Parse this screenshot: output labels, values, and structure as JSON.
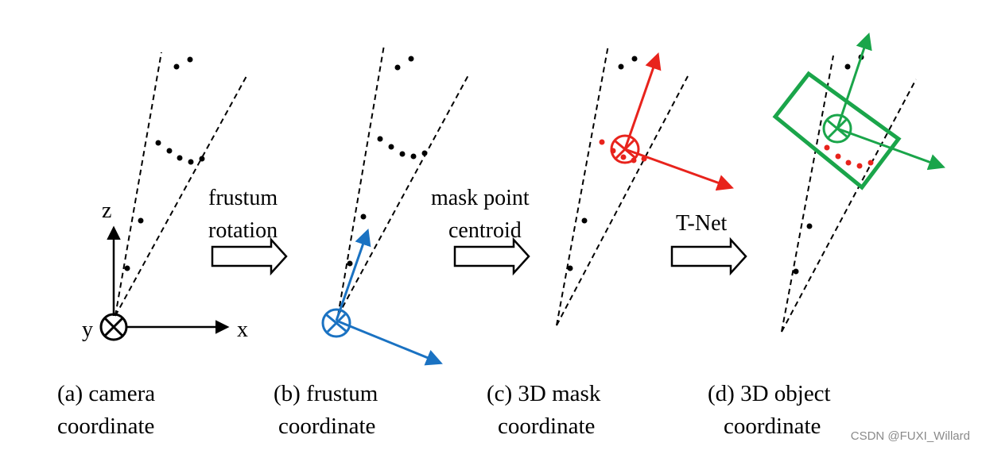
{
  "panels": [
    {
      "caption_line1": "(a) camera",
      "caption_line2": "coordinate"
    },
    {
      "caption_line1": "(b) frustum",
      "caption_line2": "coordinate"
    },
    {
      "caption_line1": "(c) 3D mask",
      "caption_line2": "coordinate"
    },
    {
      "caption_line1": "(d) 3D object",
      "caption_line2": "coordinate"
    }
  ],
  "arrows": [
    {
      "line1": "frustum",
      "line2": "rotation"
    },
    {
      "line1": "mask point",
      "line2": "centroid"
    },
    {
      "line1": "T-Net",
      "line2": ""
    }
  ],
  "axes": {
    "x": "x",
    "y": "y",
    "z": "z"
  },
  "colors": {
    "black": "#000000",
    "blue": "#1a72c2",
    "red": "#e8231c",
    "green": "#1aa54a"
  },
  "watermark": "CSDN @FUXI_Willard"
}
